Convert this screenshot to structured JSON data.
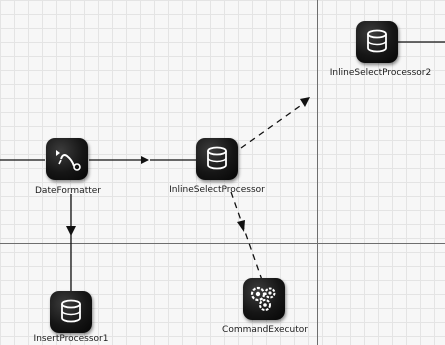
{
  "canvas": {
    "nodes": {
      "date_formatter": {
        "label": "DateFormatter",
        "icon": "date-formatter-icon"
      },
      "inline_select_processor": {
        "label": "InlineSelectProcessor",
        "icon": "database-icon"
      },
      "inline_select_processor2": {
        "label": "InlineSelectProcessor2",
        "icon": "database-icon"
      },
      "insert_processor1": {
        "label": "InsertProcessor1",
        "icon": "database-icon"
      },
      "command_executor": {
        "label": "CommandExecutor",
        "icon": "gears-icon"
      }
    },
    "colors": {
      "node_fill": "#141414",
      "icon_stroke": "#ffffff",
      "edge": "#111111",
      "guide_line": "#6e6e6e",
      "background": "#f7f7f7",
      "grid": "#e4e4e4"
    }
  }
}
